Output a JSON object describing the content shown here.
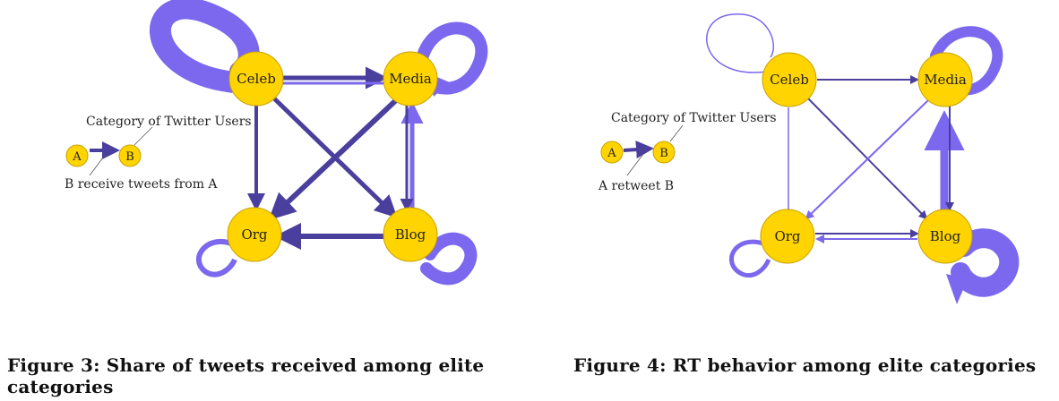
{
  "figures": [
    {
      "caption": "Figure 3: Share of tweets received among elite categories",
      "nodes": [
        "Celeb",
        "Media",
        "Org",
        "Blog"
      ],
      "legend": {
        "node_a": "A",
        "node_b": "B",
        "category_label": "Category of Twitter Users",
        "edge_label": "B receive tweets from A"
      }
    },
    {
      "caption": "Figure 4: RT behavior among elite categories",
      "nodes": [
        "Celeb",
        "Media",
        "Org",
        "Blog"
      ],
      "legend": {
        "node_a": "A",
        "node_b": "B",
        "category_label": "Category of Twitter Users",
        "edge_label": "A retweet B"
      }
    }
  ],
  "colors": {
    "node_fill": "#FFD400",
    "edge_dark": "#4B3F9E",
    "edge_light": "#7B68EE"
  }
}
